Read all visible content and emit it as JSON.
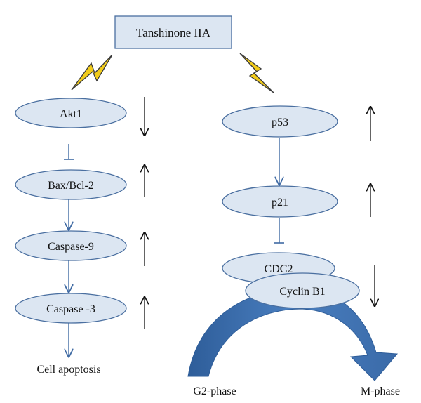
{
  "title": "Tanshinone IIA",
  "left_pathway": {
    "nodes": [
      {
        "id": "akt1",
        "label": "Akt1",
        "change": "down"
      },
      {
        "id": "bax-bcl2",
        "label": "Bax/Bcl-2",
        "change": "up"
      },
      {
        "id": "caspase9",
        "label": "Caspase-9",
        "change": "up"
      },
      {
        "id": "caspase3",
        "label": "Caspase -3",
        "change": "up"
      }
    ],
    "outcome": "Cell apoptosis"
  },
  "right_pathway": {
    "nodes": [
      {
        "id": "p53",
        "label": "p53",
        "change": "up"
      },
      {
        "id": "p21",
        "label": "p21",
        "change": "up"
      },
      {
        "id": "cdc2",
        "label": "CDC2",
        "change": "down"
      },
      {
        "id": "cyclin-b1",
        "label": "Cyclin B1"
      }
    ],
    "phase_from": "G2-phase",
    "phase_to": "M-phase"
  },
  "colors": {
    "node_fill": "#dce6f2",
    "node_stroke": "#4a6fa0",
    "connector": "#3f6aa3",
    "phase_arrow": "#3a6aa8",
    "bolt": "#f2cc1a"
  },
  "icons": [
    "lightning-bolt-icon",
    "up-arrow-icon",
    "down-arrow-icon"
  ]
}
